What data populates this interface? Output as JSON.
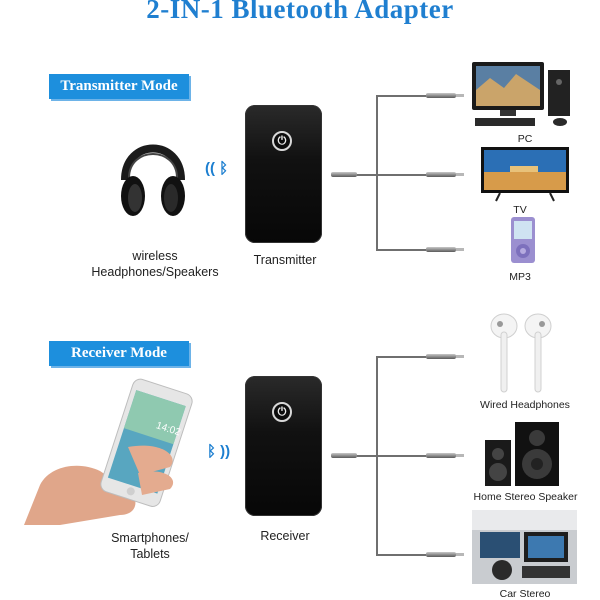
{
  "title": "2-IN-1 Bluetooth Adapter",
  "transmitter_section": {
    "banner": "Transmitter Mode",
    "source_label_line1": "wireless",
    "source_label_line2": "Headphones/Speakers",
    "device_label": "Transmitter",
    "targets": [
      "PC",
      "TV",
      "MP3"
    ]
  },
  "receiver_section": {
    "banner": "Receiver Mode",
    "source_label_line1": "Smartphones/",
    "source_label_line2": "Tablets",
    "device_label": "Receiver",
    "targets": [
      "Wired Headphones",
      "Home Stereo Speaker",
      "Car Stereo"
    ]
  },
  "phone": {
    "time": "14:02"
  },
  "colors": {
    "accent": "#1d8fdd",
    "title": "#1f7fd0"
  },
  "icons": [
    "bluetooth-icon",
    "power-icon",
    "headphones-icon",
    "smartphone-icon",
    "pc-icon",
    "tv-icon",
    "mp3-player-icon",
    "earbuds-icon",
    "speaker-icon",
    "car-stereo-icon"
  ]
}
